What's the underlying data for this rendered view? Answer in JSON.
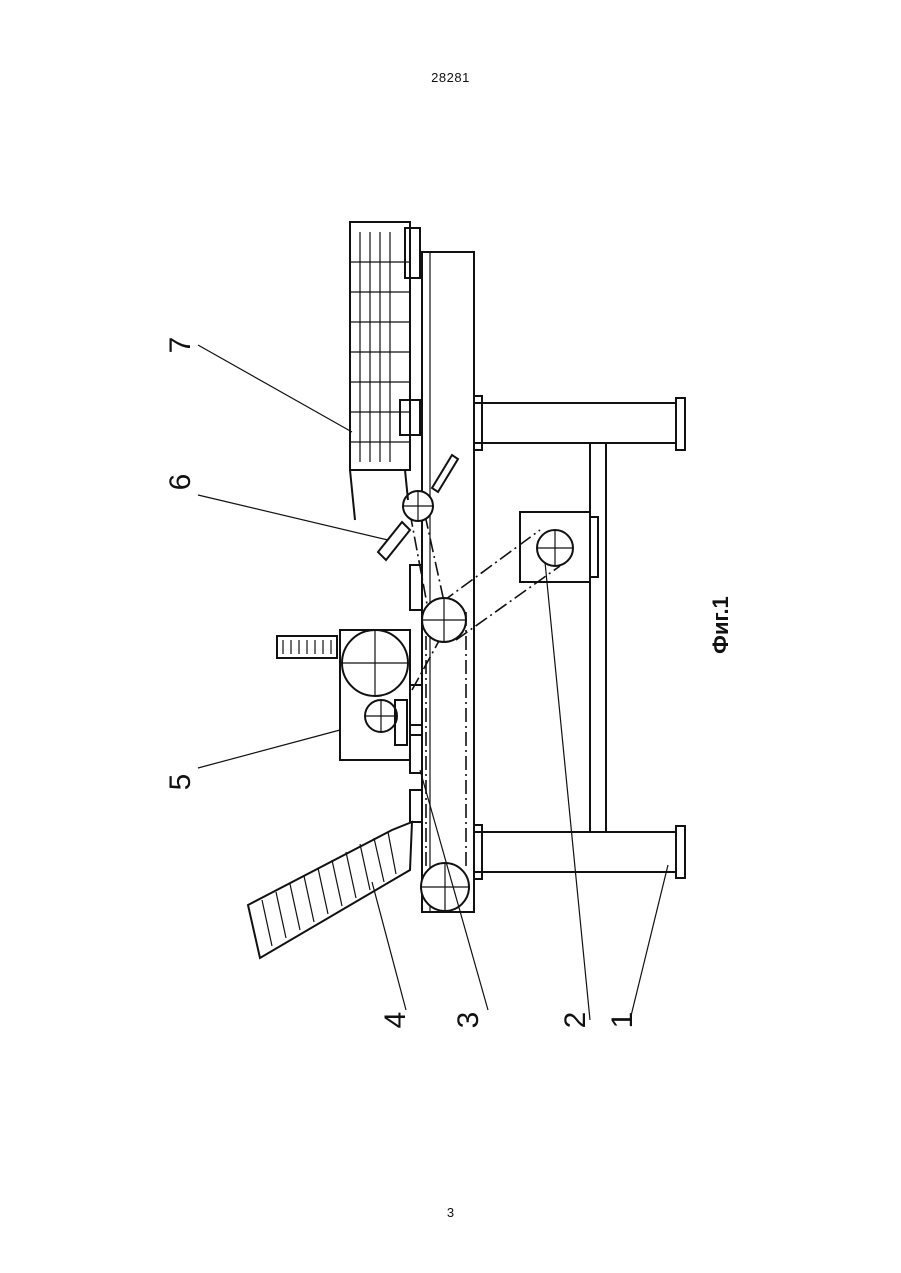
{
  "header": {
    "doc_number": "28281"
  },
  "footer": {
    "page_number": "3"
  },
  "figure": {
    "caption": "Фиг.1",
    "callouts": [
      "1",
      "2",
      "3",
      "4",
      "5",
      "6",
      "7"
    ]
  }
}
